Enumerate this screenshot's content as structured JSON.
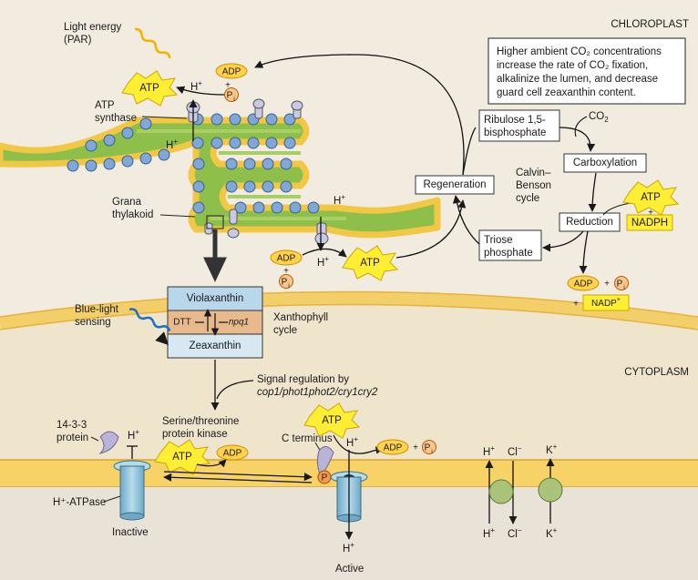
{
  "compartments": {
    "chloroplast": "CHLOROPLAST",
    "cytoplasm": "CYTOPLASM"
  },
  "note_lines": [
    "Higher ambient CO₂ concentrations",
    "increase the rate of CO₂ fixation,",
    "alkalinize the lumen, and decrease",
    "guard cell zeaxanthin content."
  ],
  "light_energy": [
    "Light energy",
    "(PAR)"
  ],
  "atp_synthase": [
    "ATP",
    "synthase"
  ],
  "grana": [
    "Grana",
    "thylakoid"
  ],
  "molecules": {
    "atp": "ATP",
    "adp": "ADP",
    "pi": "P",
    "pi_sub": "i",
    "plus": "+",
    "h": "H",
    "h_sup": "+",
    "nadph": "NADPH",
    "nadp": "NADP",
    "nadp_sup": "+",
    "co2": "CO",
    "co2_sub": "2",
    "cl": "Cl",
    "cl_sup": "−",
    "k": "K",
    "k_sup": "+",
    "p": "P"
  },
  "calvin": {
    "ribulose": [
      "Ribulose 1,5-",
      "bisphosphate"
    ],
    "carboxylation": "Carboxylation",
    "reduction": "Reduction",
    "triose": [
      "Triose",
      "phosphate"
    ],
    "regeneration": "Regeneration",
    "cycle_label": [
      "Calvin–",
      "Benson",
      "cycle"
    ]
  },
  "xanthophyll": {
    "violaxanthin": "Violaxanthin",
    "dtt": "DTT",
    "npq1": "npq1",
    "zeaxanthin": "Zeaxanthin",
    "cycle_label": [
      "Xanthophyll",
      "cycle"
    ]
  },
  "blue_light": [
    "Blue-light",
    "sensing"
  ],
  "signal": [
    "Signal regulation by",
    "cop1/phot1phot2/cry1cry2"
  ],
  "kinase": [
    "Serine/threonine",
    "protein kinase"
  ],
  "protein_1433": [
    "14-3-3",
    "protein"
  ],
  "c_terminus": "C terminus",
  "h_atpase": "H⁺-ATPase",
  "inactive": "Inactive",
  "active": "Active",
  "colors": {
    "thylakoid_green": "#8dbf4a",
    "membrane_yellow": "#f2c744",
    "atp_yellow": "#ffee33",
    "membrane_band": "#f7d267",
    "pump_blue": "#8fc3dc",
    "channel_green": "#a9c47a"
  }
}
